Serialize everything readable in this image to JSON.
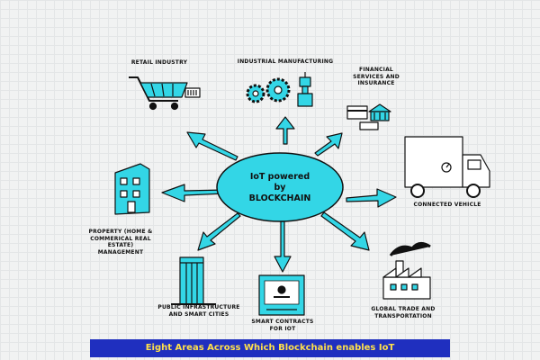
{
  "center": {
    "text": "IoT powered\nby\nBLOCKCHAIN"
  },
  "areas": [
    {
      "id": "retail",
      "label": "RETAIL INDUSTRY"
    },
    {
      "id": "manufacturing",
      "label": "INDUSTRIAL MANUFACTURING"
    },
    {
      "id": "financial",
      "label": "FINANCIAL\nSERVICES AND\nINSURANCE"
    },
    {
      "id": "vehicle",
      "label": "CONNECTED VEHICLE"
    },
    {
      "id": "trade",
      "label": "GLOBAL TRADE AND\nTRANSPORTATION"
    },
    {
      "id": "contracts",
      "label": "SMART CONTRACTS\nfor IoT"
    },
    {
      "id": "infrastructure",
      "label": "PUBLIC INFRASTRUCTURE\nAND SMART CITIES"
    },
    {
      "id": "property",
      "label": "PROPERTY (HOME &\nCOMMERICAL REAL\nESTATE)\nMANAGEMENT"
    }
  ],
  "caption": "Eight Areas Across Which Blockchain enables IoT",
  "colors": {
    "accent": "#33d6e6",
    "caption_bg": "#1f2fbf",
    "caption_text": "#ffe14a"
  },
  "icons": [
    "shopping-cart-icon",
    "gears-robot-icon",
    "bank-cards-icon",
    "truck-icon",
    "factory-icon",
    "contract-document-icon",
    "skyscraper-icon",
    "apartment-building-icon"
  ]
}
